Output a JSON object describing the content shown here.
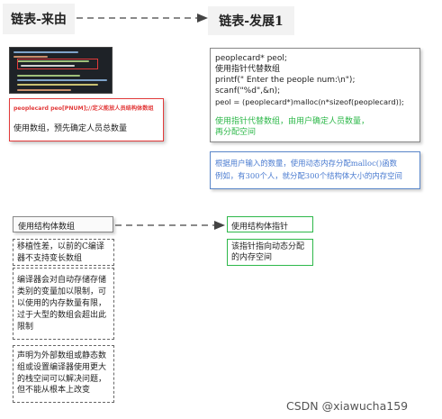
{
  "left_title": "链表-来由",
  "right_title": "链表-发展1",
  "red_box": {
    "code_line": "peoplecard peo[PNUM];//定义能放人员结构体数组",
    "note": "使用数组，预先确定人员总数量"
  },
  "right_code": {
    "line1": "peoplecard* peol;",
    "line2": "使用指针代替数组",
    "line3": "printf(\" Enter the people num:\\n\");",
    "line4": "scanf(\"%d\",&n);",
    "line5": "peol = (peoplecard*)malloc(n*sizeof(peoplecard));",
    "green_note_1": "使用指针代替数组，由用户确定人员数量，",
    "green_note_2": "再分配空间"
  },
  "blue_box": {
    "line1": "根据用户输入的数量，使用动态内存分配malloc()函数",
    "line2": "例如，有300个人，就分配300个结构体大小的内存空间"
  },
  "array_label": "使用结构体数组",
  "pointer_label": "使用结构体指针",
  "pointer_note": "该指针指向动态分配的内存空间",
  "dashed_note_1": "移植性差，以前的C编译器不支持变长数组",
  "dashed_note_2": "编译器会对自动存储存储类别的变量加以限制，可以使用的内存数量有限，过于大型的数组会超出此限制",
  "dashed_note_3": "声明为外部数组或静态数组或设置编译器使用更大的栈空间可以解决问题，但不能从根本上改变",
  "watermark": "CSDN @xiawucha159",
  "colors": {
    "green": "#2eb84a",
    "red": "#e23a3a",
    "blue": "#4a7bd0"
  }
}
